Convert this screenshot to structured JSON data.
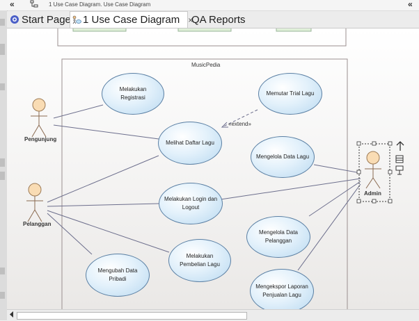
{
  "toolbar": {
    "collapse_left": "«",
    "collapse_right": "«",
    "path": "1 Use Case Diagram.  Use Case Diagram"
  },
  "tabs": {
    "start_page": "Start Page",
    "use_case": "1 Use Case Diagram",
    "close": "×",
    "qa_reports": "QA Reports"
  },
  "diagram": {
    "boundary_title": "MusicPedia",
    "extend_label": "«extend»",
    "actors": {
      "pengunjung": "Pengunjung",
      "pelanggan": "Pelanggan",
      "admin": "Admin"
    },
    "use_cases": {
      "registrasi": "Melakukan Registrasi",
      "trial": "Memutar Trial Lagu",
      "daftar": "Melihat Daftar Lagu",
      "kelola_lagu": "Mengelola Data Lagu",
      "login": "Melakukan Login dan Logout",
      "kelola_pelanggan": "Mengelola Data Pelanggan",
      "pembelian": "Melakukan Pembelian Lagu",
      "pribadi": "Mengubah Data Pribadi",
      "laporan": "Mengekspor Laporan Penjualan Lagu"
    }
  },
  "colors": {
    "usecase_border": "#5a7fa3",
    "usecase_fill": "#cfe6f6",
    "actor_head": "#f9dcb4",
    "line": "#6c6e8c"
  },
  "icons": {
    "start_page": "start-page-icon",
    "use_case_tab": "diagram-icon",
    "move_up": "arrow-up-icon",
    "properties": "list-icon",
    "link": "link-icon"
  }
}
